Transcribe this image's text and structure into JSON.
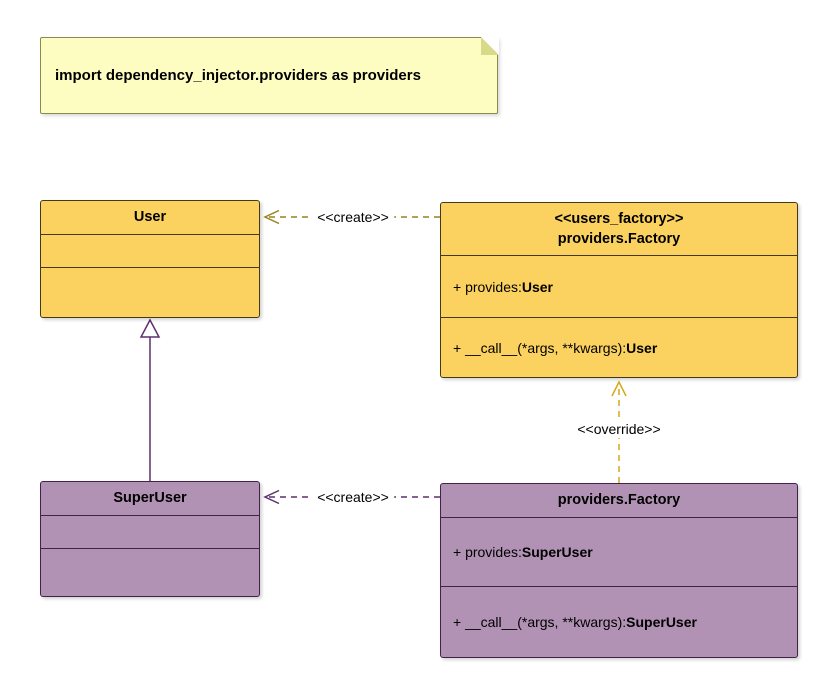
{
  "note": {
    "text": "import dependency_injector.providers as providers"
  },
  "classes": {
    "user": {
      "title": "User"
    },
    "users_factory": {
      "stereotype": "<<users_factory>>",
      "title": "providers.Factory",
      "provides_label": "+ provides: ",
      "provides_type": "User",
      "call_label": "+ __call__(*args, **kwargs): ",
      "call_type": "User"
    },
    "superuser": {
      "title": "SuperUser"
    },
    "superuser_factory": {
      "title": "providers.Factory",
      "provides_label": "+ provides: ",
      "provides_type": "SuperUser",
      "call_label": "+ __call__(*args, **kwargs): ",
      "call_type": "SuperUser"
    }
  },
  "edges": {
    "create_top": "<<create>>",
    "create_bottom": "<<create>>",
    "override": "<<override>>"
  },
  "colors": {
    "yellow-fill": "#FBD25F",
    "yellow-border": "#46391a",
    "purple-fill": "#B192B4",
    "purple-border": "#43224a",
    "note-fill": "#FDFDC2",
    "note-border": "#8a8a50",
    "note-fold": "#d9d98a",
    "create-arrow": "#9c801c",
    "override-arrow": "#d4a817",
    "purple-arrow": "#5e2f6e"
  }
}
